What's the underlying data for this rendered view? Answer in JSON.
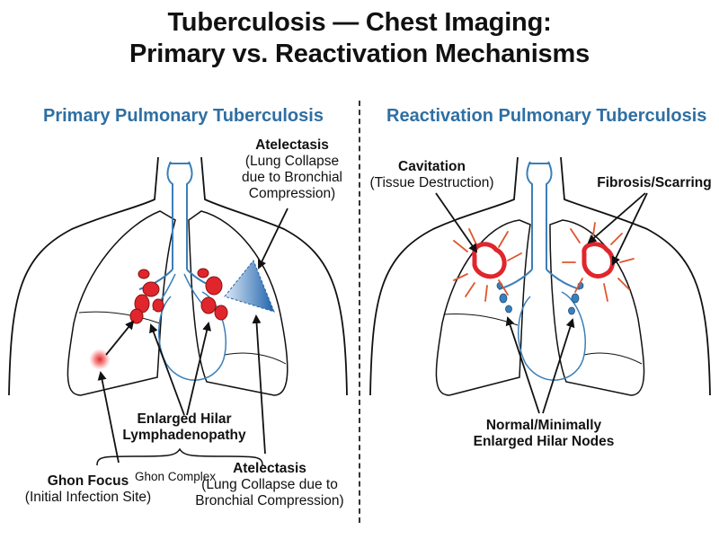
{
  "title": {
    "line1": "Tuberculosis — Chest Imaging:",
    "line2": "Primary vs. Reactivation Mechanisms"
  },
  "left_panel": {
    "heading": "Primary Pulmonary Tuberculosis",
    "atelectasis_top": {
      "title": "Atelectasis",
      "line1": "(Lung Collapse",
      "line2": "due to Bronchial",
      "line3": "Compression)"
    },
    "hilar": {
      "line1": "Enlarged Hilar",
      "line2": "Lymphadenopathy"
    },
    "ghon_complex": "Ghon Complex",
    "ghon_focus": {
      "title": "Ghon Focus",
      "sub": "(Initial Infection Site)"
    },
    "atelectasis_bottom": {
      "title": "Atelectasis",
      "line1": "(Lung Collapse due to",
      "line2": "Bronchial Compression)"
    }
  },
  "right_panel": {
    "heading": "Reactivation Pulmonary Tuberculosis",
    "cavitation": {
      "title": "Cavitation",
      "sub": "(Tissue Destruction)"
    },
    "fibrosis": "Fibrosis/Scarring",
    "hilar_nodes": {
      "line1": "Normal/Minimally",
      "line2": "Enlarged Hilar Nodes"
    }
  },
  "colors": {
    "airway": "#3b7fb8",
    "lesion": "#e0262c",
    "accent_title": "#2f6fa3"
  }
}
